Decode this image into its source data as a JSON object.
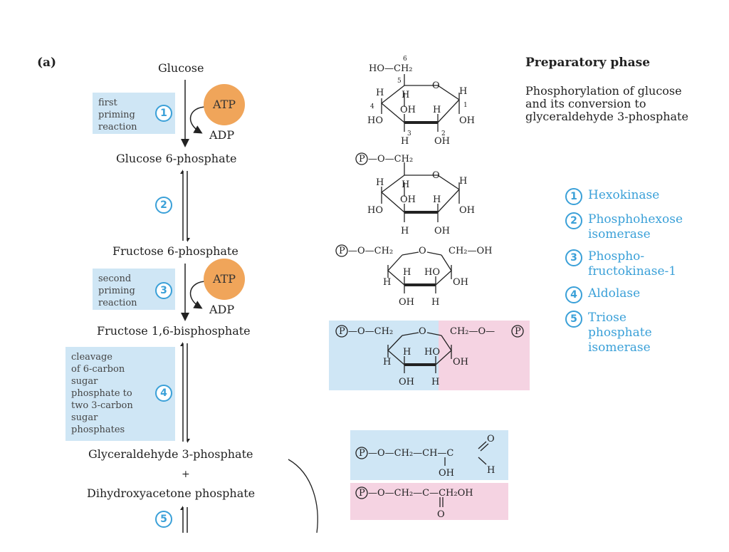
{
  "panel_label": "(a)",
  "phase": {
    "title": "Preparatory phase",
    "description_lines": [
      "Phosphorylation of glucose",
      "and its conversion to",
      "glyceraldehyde 3-phosphate"
    ]
  },
  "metabolites": {
    "glucose": "Glucose",
    "g6p": "Glucose 6-phosphate",
    "f6p": "Fructose 6-phosphate",
    "f16bp": "Fructose 1,6-bisphosphate",
    "gap": "Glyceraldehyde 3-phosphate",
    "plus": "+",
    "dhap": "Dihydroxyacetone phosphate"
  },
  "cofactors": {
    "atp": "ATP",
    "adp": "ADP"
  },
  "notes": {
    "step1": [
      "first",
      "priming",
      "reaction"
    ],
    "step3": [
      "second",
      "priming",
      "reaction"
    ],
    "step4": [
      "cleavage",
      "of 6-carbon",
      "sugar",
      "phosphate to",
      "two 3-carbon",
      "sugar",
      "phosphates"
    ]
  },
  "step_numbers": [
    "1",
    "2",
    "3",
    "4",
    "5"
  ],
  "enzymes": [
    {
      "num": "1",
      "lines": [
        "Hexokinase"
      ]
    },
    {
      "num": "2",
      "lines": [
        "Phosphohexose",
        "isomerase"
      ]
    },
    {
      "num": "3",
      "lines": [
        "Phospho-",
        "fructokinase-1"
      ]
    },
    {
      "num": "4",
      "lines": [
        "Aldolase"
      ]
    },
    {
      "num": "5",
      "lines": [
        "Triose",
        "phosphate",
        "isomerase"
      ]
    }
  ],
  "structure_text": {
    "glucose_top": "HO—CH₂",
    "p_ch2": "—O—CH₂",
    "ch2oh": "CH₂—OH",
    "ch2_o_p": "CH₂—O—",
    "gap_formula": "—O—CH₂—CH—C",
    "dhap_formula": "—O—CH₂—C—CH₂OH",
    "o_ring": "O",
    "h": "H",
    "oh": "OH",
    "ho": "HO",
    "p": "P",
    "c6": "6",
    "c5": "5",
    "c4": "4",
    "c3": "3",
    "c2": "2",
    "c1": "1"
  },
  "colors": {
    "accent_blue": "#3aa0d8",
    "note_blue": "#cfe6f5",
    "pink": "#f5d3e2",
    "atp_orange": "#f0a55a"
  }
}
